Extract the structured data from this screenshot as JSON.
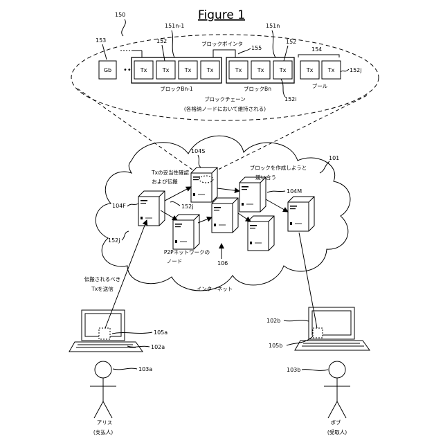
{
  "figure": {
    "title": "Figure 1",
    "labels": {
      "r150": "150",
      "r153": "153",
      "r152a": "152",
      "r151n1": "151n-1",
      "r151n": "151n",
      "r152b": "152",
      "r155": "155",
      "r154": "154",
      "r152j_top": "152j",
      "r152i": "152i",
      "r104S": "104S",
      "r101": "101",
      "r104F": "104F",
      "r152j_mid": "152j",
      "r104M": "104M",
      "r152j_left": "152j",
      "r106": "106",
      "r105a": "105a",
      "r102a": "102a",
      "r103a": "103a",
      "r102b": "102b",
      "r105b": "105b",
      "r103b": "103b"
    },
    "blockchain": {
      "genesis": "Gb",
      "tx": "Tx",
      "block_pointer": "ブロックポインタ",
      "block_n1": "ブロックBn-1",
      "block_n": "ブロックBn",
      "pool": "プール",
      "chain_title": "ブロックチェーン",
      "chain_note": "(各格納ノードにおいて維持される)"
    },
    "network": {
      "validate_line1": "Txの妥当性確認",
      "validate_line2": "および伝搬",
      "compete_line1": "ブロックを作成しようと",
      "compete_line2": "競い合う",
      "p2p_line1": "P2Pネットワークの",
      "p2p_line2": "ノード",
      "internet": "インターネット"
    },
    "send": {
      "line1": "伝搬されるべき",
      "line2": "Txを送信"
    },
    "alice": {
      "name": "アリス",
      "role": "(支払人)"
    },
    "bob": {
      "name": "ボブ",
      "role": "(受取人)"
    }
  }
}
